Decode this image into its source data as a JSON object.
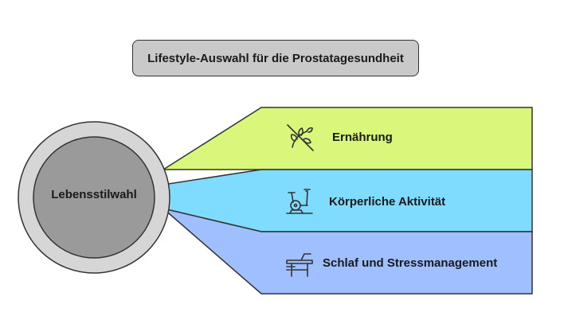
{
  "title": "Lifestyle-Auswahl für die Prostatagesundheit",
  "center": {
    "label": "Lebensstilwahl"
  },
  "segments": [
    {
      "label": "Ernährung",
      "icon": "no-plant-icon",
      "color": "#d9f77a"
    },
    {
      "label": "Körperliche Aktivität",
      "icon": "exercise-bike-icon",
      "color": "#7fdcff"
    },
    {
      "label": "Schlaf und Stressmanagement",
      "icon": "massage-table-icon",
      "color": "#9fbfff"
    }
  ],
  "colors": {
    "outline": "#333333",
    "center_outer": "#d6d6d6",
    "center_inner": "#9a9a9a",
    "title_bg": "#c9c9c9"
  }
}
